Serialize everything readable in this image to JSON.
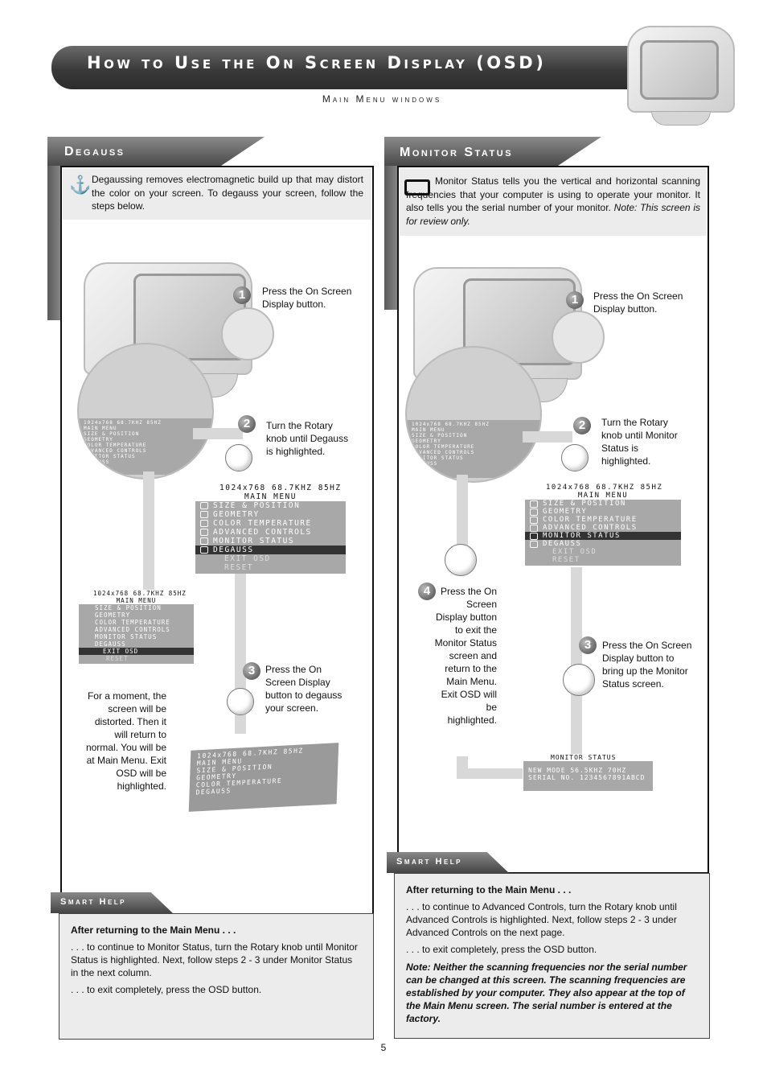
{
  "header": {
    "title": "How to Use the On Screen Display (OSD)",
    "subtitle": "Main Menu windows"
  },
  "degauss": {
    "title": "Degauss",
    "intro": "Degaussing removes electromagnetic build up that may distort the color on your screen. To degauss your screen, follow the steps below.",
    "step1": "Press the On Screen Display button.",
    "step2": "Turn the Rotary knob until Degauss is highlighted.",
    "step3": "Press the On Screen Display button to degauss your screen.",
    "after": "For a moment, the screen will be distorted. Then it will return to normal. You will be at Main Menu. Exit OSD will be highlighted."
  },
  "monitor_status": {
    "title": "Monitor Status",
    "intro_main": "Monitor Status tells you the vertical and horizontal scanning frequencies that your computer is using to operate your monitor. It also tells you the serial number of your monitor.",
    "intro_note": "Note: This screen is for review only.",
    "step1": "Press the On Screen Display button.",
    "step2": "Turn the Rotary knob until Monitor Status is highlighted.",
    "step3": "Press the On Screen Display button to bring up the Monitor Status screen.",
    "step4": "Press the On Screen Display button to exit the Monitor Status screen and return to the Main Menu. Exit OSD will be highlighted."
  },
  "osd_menu": {
    "resolution": "1024x768   68.7KHZ 85HZ",
    "title": "MAIN MENU",
    "items": [
      "SIZE & POSITION",
      "GEOMETRY",
      "COLOR TEMPERATURE",
      "ADVANCED CONTROLS",
      "MONITOR STATUS",
      "DEGAUSS",
      "EXIT OSD",
      "RESET"
    ]
  },
  "status_screen": {
    "title": "MONITOR STATUS",
    "mode": "NEW MODE    56.5KHZ 70HZ",
    "serial": "SERIAL NO.  1234567891ABCD"
  },
  "smart_help_left": {
    "label": "Smart Help",
    "heading": "After returning to the Main Menu . . .",
    "line1": ". . . to continue to Monitor Status, turn the Rotary knob until Monitor Status is highlighted. Next, follow steps 2 - 3 under Monitor Status in the next column.",
    "line2": ". . . to exit completely, press the OSD button."
  },
  "smart_help_right": {
    "label": "Smart Help",
    "heading": "After returning to the Main Menu . . .",
    "line1": ". . . to continue to Advanced Controls, turn the Rotary knob until Advanced Controls is highlighted. Next, follow steps 2 - 3 under Advanced Controls on the next page.",
    "line2": ". . . to exit completely, press the OSD button.",
    "note": "Note: Neither the scanning frequencies nor the serial number can be changed at this screen. The scanning frequencies are established by your computer. They also appear at the top of the Main Menu screen. The serial number is entered at the factory."
  },
  "page_number": "5",
  "step_numbers": [
    "1",
    "2",
    "3",
    "4"
  ]
}
